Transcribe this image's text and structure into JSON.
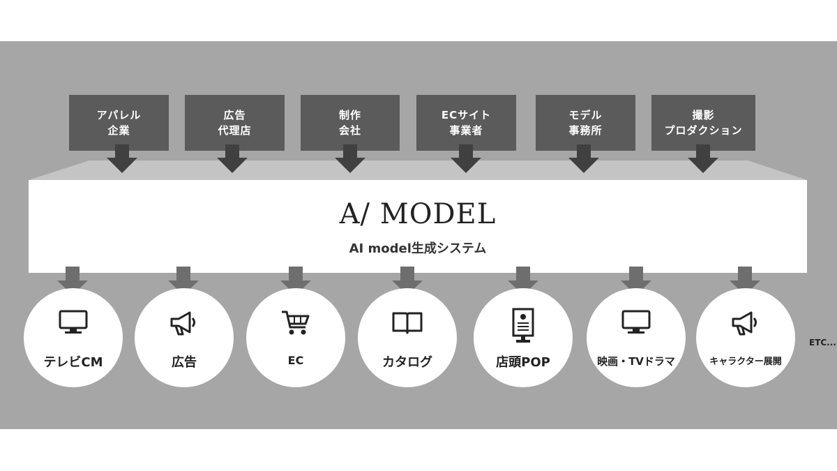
{
  "sources": [
    {
      "lines": [
        "アパレル",
        "企業"
      ]
    },
    {
      "lines": [
        "広告",
        "代理店"
      ]
    },
    {
      "lines": [
        "制作",
        "会社"
      ]
    },
    {
      "lines": [
        "ECサイト",
        "事業者"
      ]
    },
    {
      "lines": [
        "モデル",
        "事務所"
      ]
    },
    {
      "lines": [
        "撮影",
        "プロダクション"
      ]
    }
  ],
  "system": {
    "logo": "A/ MODEL",
    "subtitle": "AI model生成システム"
  },
  "outputs": [
    {
      "label": "テレビCM",
      "icon": "tv-icon"
    },
    {
      "label": "広告",
      "icon": "megaphone-icon"
    },
    {
      "label": "EC",
      "icon": "cart-icon"
    },
    {
      "label": "カタログ",
      "icon": "book-icon"
    },
    {
      "label": "店頭POP",
      "icon": "pop-stand-icon"
    },
    {
      "label": "映画・TVドラマ",
      "icon": "tv-icon"
    },
    {
      "label": "キャラクター展開",
      "icon": "megaphone-icon"
    }
  ],
  "etc": "ETC...",
  "colors": {
    "band": "#a6a6a6",
    "source_box": "#5b5b5b",
    "dark_arrow": "#404040",
    "light_arrow": "#6e6e6e",
    "platform_top": "#cfcfcf"
  }
}
